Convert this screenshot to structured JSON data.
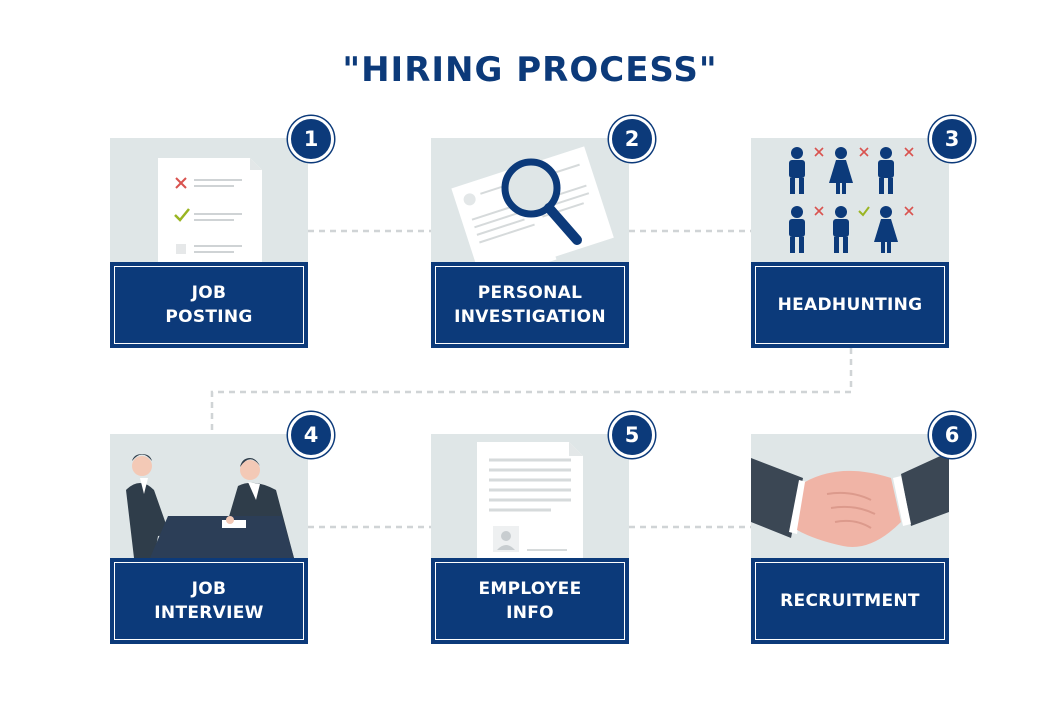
{
  "title": "\"HIRING PROCESS\"",
  "colors": {
    "primary": "#0c3a7a",
    "illustration_bg": "#dfe6e7",
    "connector": "#d0d4d6"
  },
  "steps": [
    {
      "number": "1",
      "label": "JOB\nPOSTING",
      "icon": "checklist-document-icon"
    },
    {
      "number": "2",
      "label": "PERSONAL\nINVESTIGATION",
      "icon": "magnifier-resume-icon"
    },
    {
      "number": "3",
      "label": "HEADHUNTING",
      "icon": "candidate-selection-icon"
    },
    {
      "number": "4",
      "label": "JOB\nINTERVIEW",
      "icon": "interview-meeting-icon"
    },
    {
      "number": "5",
      "label": "EMPLOYEE\nINFO",
      "icon": "employee-file-icon"
    },
    {
      "number": "6",
      "label": "RECRUITMENT",
      "icon": "handshake-icon"
    }
  ]
}
